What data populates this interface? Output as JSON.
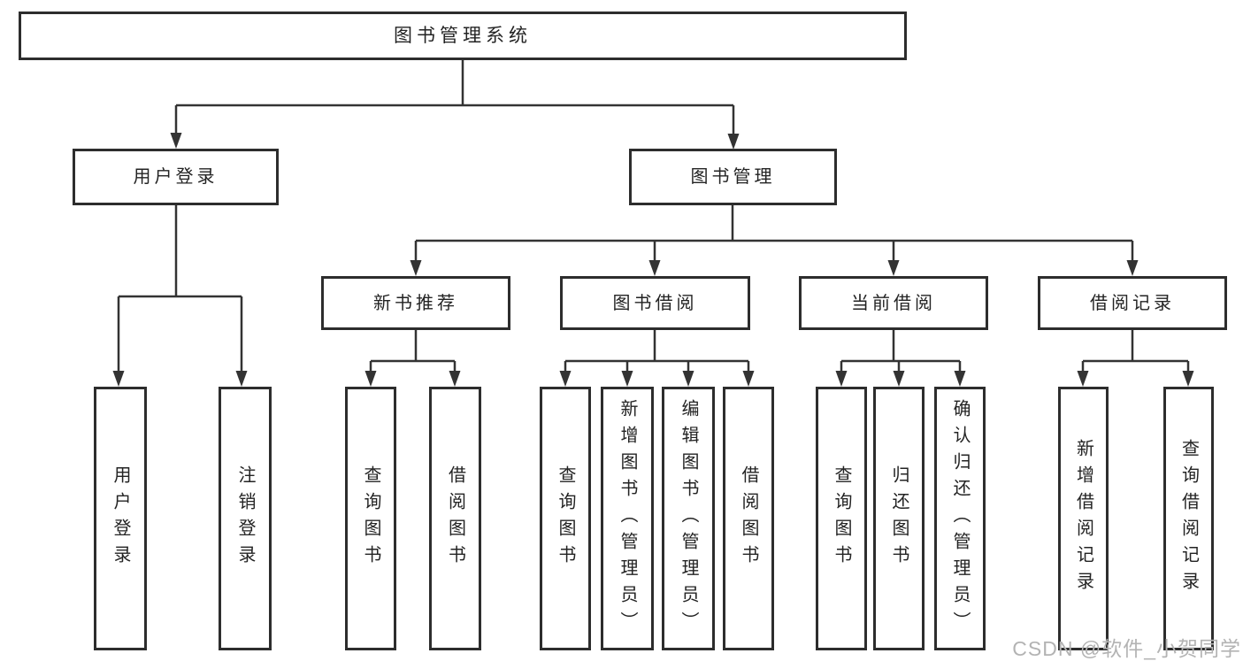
{
  "root": {
    "label": "图书管理系统"
  },
  "level2": {
    "user_login": {
      "label": "用户登录"
    },
    "book_management": {
      "label": "图书管理"
    }
  },
  "level3": {
    "new_books": {
      "label": "新书推荐"
    },
    "book_borrowing": {
      "label": "图书借阅"
    },
    "current_borrowing": {
      "label": "当前借阅"
    },
    "borrowing_records": {
      "label": "借阅记录"
    }
  },
  "level4": {
    "user_login": [
      {
        "label": "用户登录"
      },
      {
        "label": "注销登录"
      }
    ],
    "new_books": [
      {
        "label": "查询图书"
      },
      {
        "label": "借阅图书"
      }
    ],
    "book_borrowing": [
      {
        "label": "查询图书"
      },
      {
        "label": "新增图书（管理员）"
      },
      {
        "label": "编辑图书（管理员）"
      },
      {
        "label": "借阅图书"
      }
    ],
    "current_borrowing": [
      {
        "label": "查询图书"
      },
      {
        "label": "归还图书"
      },
      {
        "label": "确认归还（管理员）"
      }
    ],
    "borrowing_records": [
      {
        "label": "新增借阅记录"
      },
      {
        "label": "查询借阅记录"
      }
    ]
  },
  "watermark": {
    "text": "CSDN @软件_小贺同学"
  },
  "colors": {
    "line": "#333333",
    "box_border": "#2d2d2d",
    "text": "#232323",
    "background": "#ffffff",
    "watermark": "#b3b3b3"
  }
}
